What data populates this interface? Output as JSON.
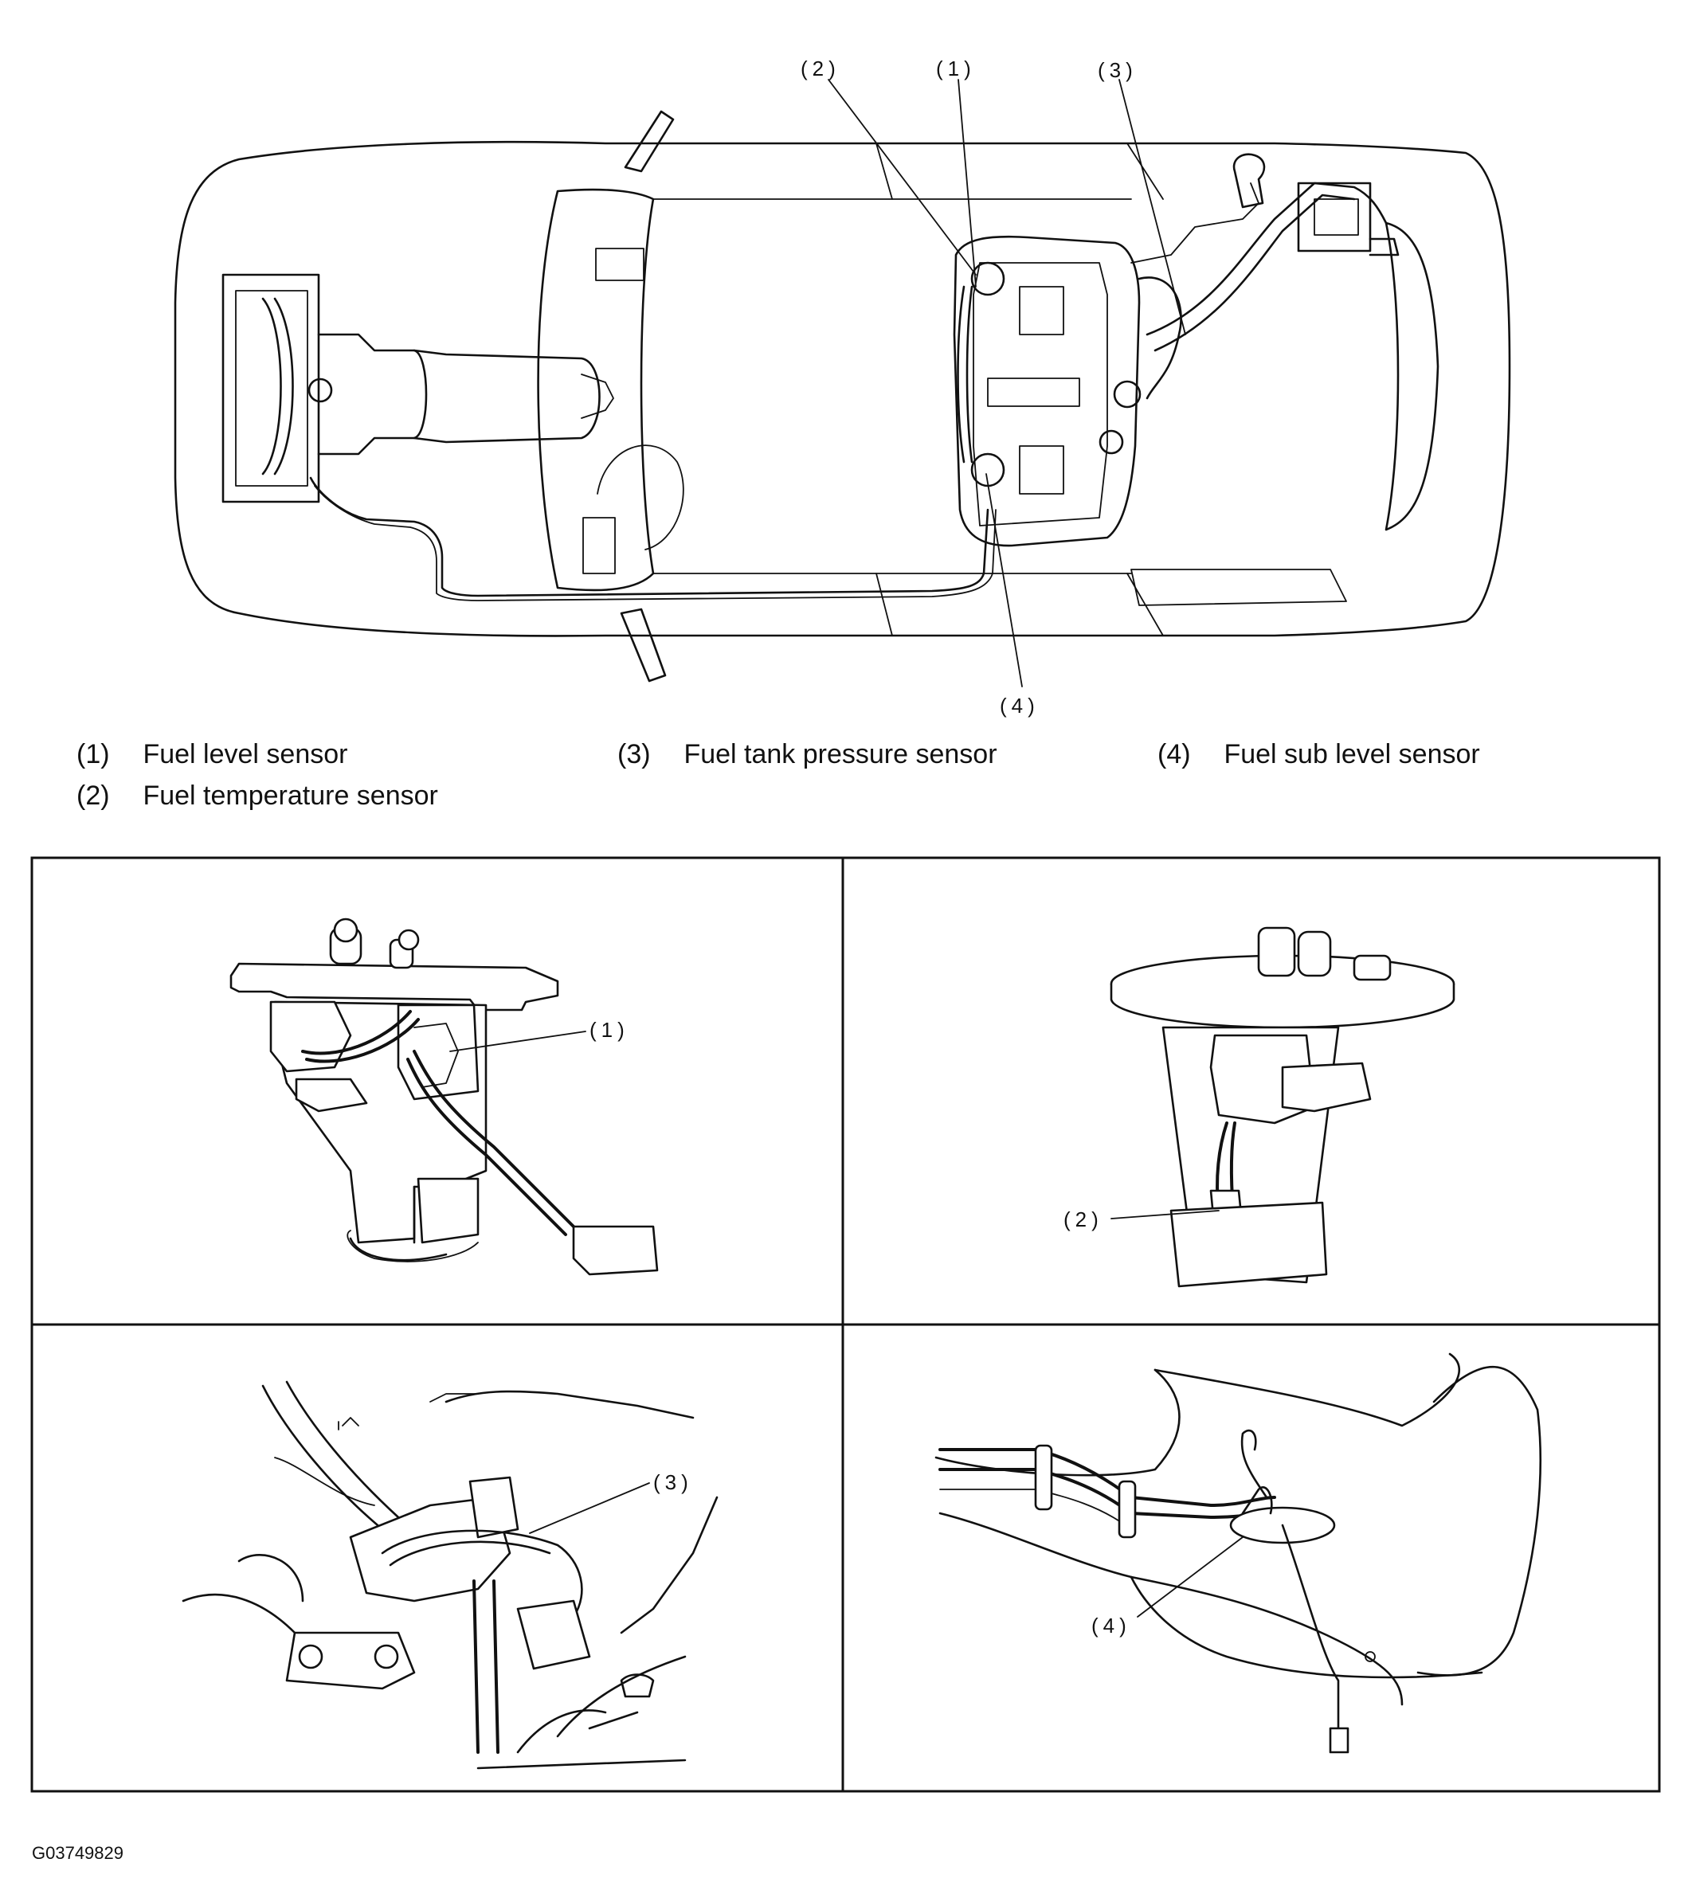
{
  "callouts": {
    "c1": "(1)",
    "c2": "(2)",
    "c3": "(3)",
    "c4": "(4)"
  },
  "legend": [
    {
      "num": "(1)",
      "label": "Fuel level sensor"
    },
    {
      "num": "(2)",
      "label": "Fuel temperature sensor"
    },
    {
      "num": "(3)",
      "label": "Fuel tank pressure sensor"
    },
    {
      "num": "(4)",
      "label": "Fuel sub level sensor"
    }
  ],
  "figure_id": "G03749829"
}
